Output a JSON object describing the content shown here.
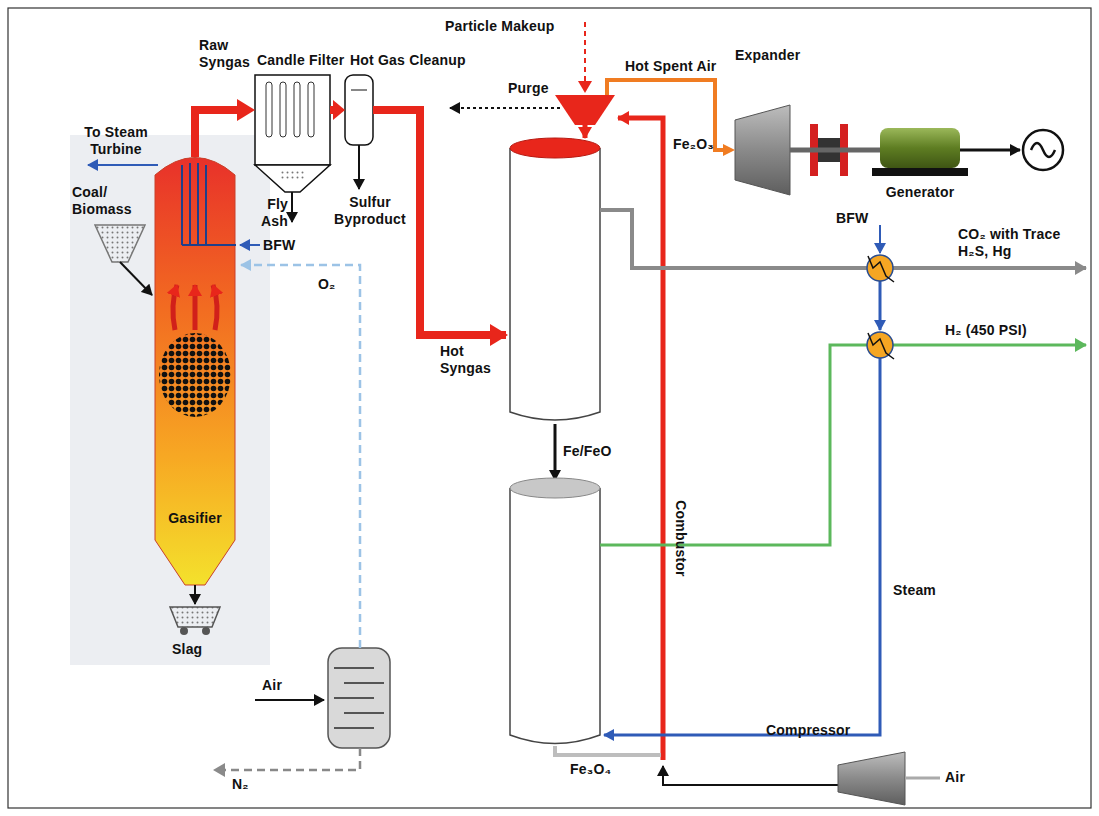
{
  "diagram": {
    "nodes": [
      {
        "text": [
          "Gasifier"
        ]
      },
      {
        "text": [
          "Candle Filter"
        ]
      },
      {
        "text": [
          "Hot Gas Cleanup"
        ]
      },
      {
        "text": [
          "Purge"
        ]
      },
      {
        "text": [
          "Expander"
        ]
      },
      {
        "text": [
          "Generator"
        ]
      },
      {
        "text": [
          "Compressor"
        ]
      }
    ],
    "edges": [
      {
        "from": 0,
        "to": 1,
        "label": "Raw Syngas",
        "arrow": "to"
      },
      {
        "from": 1,
        "to": 2,
        "arrow": "to"
      },
      {
        "from": 3,
        "to": 4,
        "label": "Hot Spent Air",
        "arrow": "to"
      },
      {
        "from": 4,
        "to": 5,
        "arrow": "none"
      }
    ],
    "labels": [
      "Particle Makeup",
      "To Steam Turbine",
      "Coal/ Biomass",
      "BFW",
      "Fly Ash",
      "Sulfur Byproduct",
      "Hot Syngas",
      "O₂",
      "Slag",
      "Air",
      "N₂",
      "Fe₂O₃",
      "Fe/FeO",
      "Combustor",
      "BFW",
      "CO₂ with Trace H₂S, Hg",
      "H₂ (450 PSI)",
      "Steam",
      "Fe₃O₄",
      "Air"
    ]
  }
}
